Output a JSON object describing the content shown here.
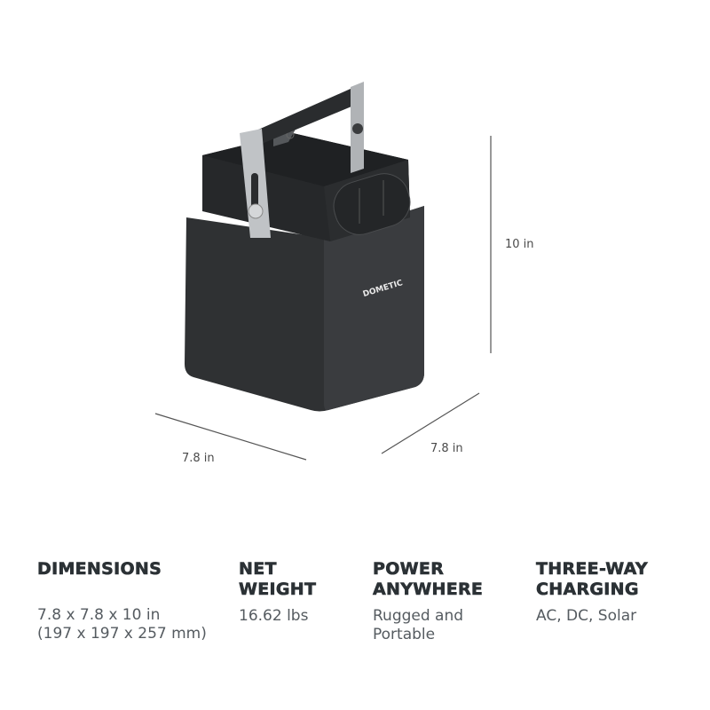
{
  "product": {
    "brand_logo": "DOMETIC",
    "colors": {
      "body": "#2f3133",
      "handle_metal": "#b9bcbf",
      "heading": "#2b3135",
      "text": "#555b60"
    }
  },
  "dimensions_diagram": {
    "height_label": "10 in",
    "width_label": "7.8 in",
    "depth_label": "7.8 in"
  },
  "specs": [
    {
      "heading": "DIMENSIONS",
      "value": "7.8 x 7.8 x 10 in\n(197 x 197 x 257 mm)"
    },
    {
      "heading": "NET\nWEIGHT",
      "value": "16.62 lbs"
    },
    {
      "heading": "POWER\nANYWHERE",
      "value": "Rugged and\nPortable"
    },
    {
      "heading": "THREE-WAY\nCHARGING",
      "value": "AC, DC, Solar"
    }
  ]
}
